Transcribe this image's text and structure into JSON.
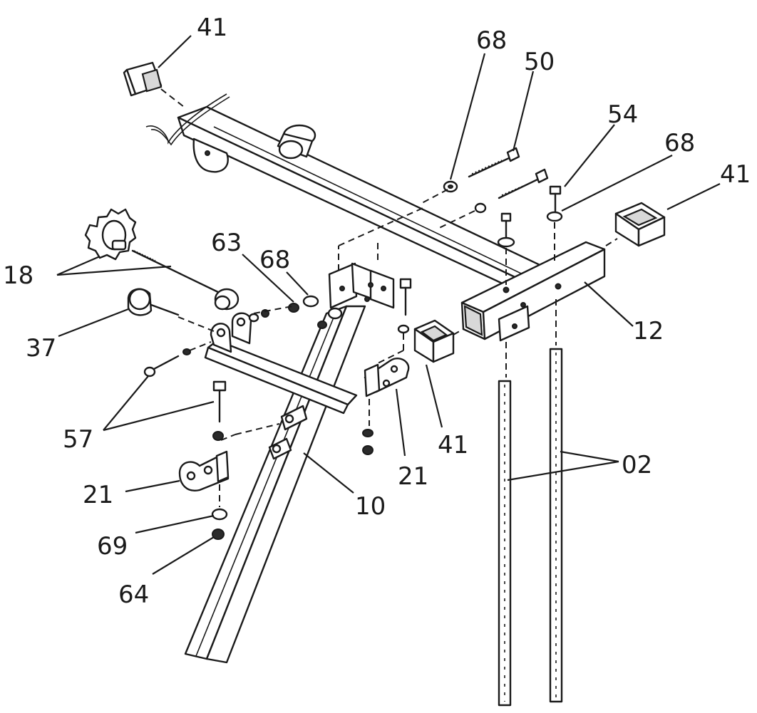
{
  "callouts": {
    "c41_top": "41",
    "c68_top": "68",
    "c50": "50",
    "c54": "54",
    "c68_right": "68",
    "c41_right": "41",
    "c63": "63",
    "c68_mid": "68",
    "c18": "18",
    "c37": "37",
    "c12": "12",
    "c57": "57",
    "c41_mid": "41",
    "c02": "02",
    "c21_right": "21",
    "c21_left": "21",
    "c10": "10",
    "c69": "69",
    "c64": "64"
  }
}
